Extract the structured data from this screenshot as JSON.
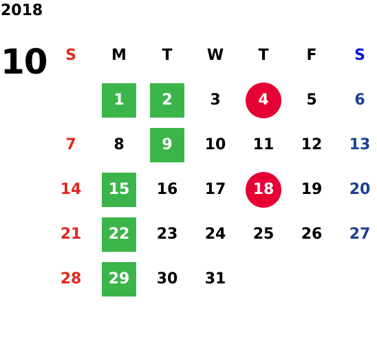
{
  "calendar": {
    "year": "2018",
    "month": "10",
    "weekday_headers": [
      "S",
      "M",
      "T",
      "W",
      "T",
      "F",
      "S"
    ],
    "start_offset": 1,
    "days": [
      {
        "day": "1",
        "mark": "green"
      },
      {
        "day": "2",
        "mark": "green"
      },
      {
        "day": "3",
        "mark": ""
      },
      {
        "day": "4",
        "mark": "circle"
      },
      {
        "day": "5",
        "mark": ""
      },
      {
        "day": "6",
        "mark": ""
      },
      {
        "day": "7",
        "mark": ""
      },
      {
        "day": "8",
        "mark": ""
      },
      {
        "day": "9",
        "mark": "green"
      },
      {
        "day": "10",
        "mark": ""
      },
      {
        "day": "11",
        "mark": ""
      },
      {
        "day": "12",
        "mark": ""
      },
      {
        "day": "13",
        "mark": ""
      },
      {
        "day": "14",
        "mark": ""
      },
      {
        "day": "15",
        "mark": "green"
      },
      {
        "day": "16",
        "mark": ""
      },
      {
        "day": "17",
        "mark": ""
      },
      {
        "day": "18",
        "mark": "circle"
      },
      {
        "day": "19",
        "mark": ""
      },
      {
        "day": "20",
        "mark": ""
      },
      {
        "day": "21",
        "mark": ""
      },
      {
        "day": "22",
        "mark": "green"
      },
      {
        "day": "23",
        "mark": ""
      },
      {
        "day": "24",
        "mark": ""
      },
      {
        "day": "25",
        "mark": ""
      },
      {
        "day": "26",
        "mark": ""
      },
      {
        "day": "27",
        "mark": ""
      },
      {
        "day": "28",
        "mark": ""
      },
      {
        "day": "29",
        "mark": "green"
      },
      {
        "day": "30",
        "mark": ""
      },
      {
        "day": "31",
        "mark": ""
      }
    ]
  },
  "colors": {
    "sunday": "#e02a1e",
    "saturday_header": "#0018e0",
    "saturday": "#1d3f95",
    "green_mark": "#3bb54a",
    "red_circle": "#e60033"
  }
}
